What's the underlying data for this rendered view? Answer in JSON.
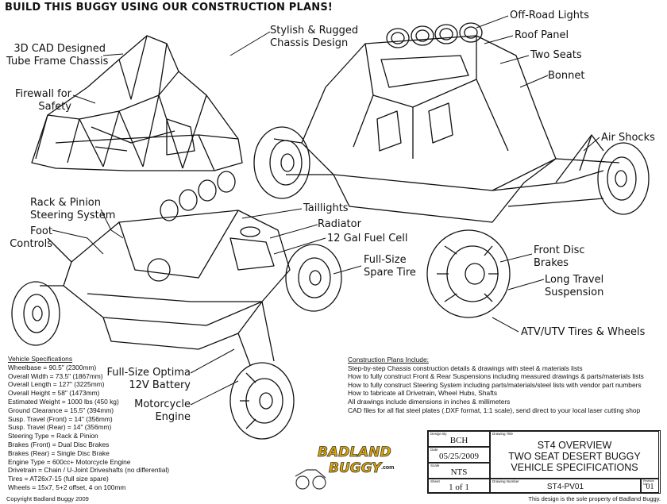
{
  "header": {
    "title": "BUILD THIS BUGGY USING OUR CONSTRUCTION PLANS!"
  },
  "callouts": {
    "cad": [
      "3D CAD Designed",
      "Tube Frame Chassis"
    ],
    "stylish": [
      "Stylish & Rugged",
      "Chassis Design"
    ],
    "firewall": [
      "Firewall for",
      "Safety"
    ],
    "offroad": "Off-Road Lights",
    "roof": "Roof Panel",
    "seats": "Two Seats",
    "bonnet": "Bonnet",
    "airshocks": "Air Shocks",
    "rack": [
      "Rack & Pinion",
      "Steering System"
    ],
    "foot": [
      "Foot",
      "Controls"
    ],
    "taillights": "Taillights",
    "radiator": "Radiator",
    "fuel": "12 Gal Fuel Cell",
    "spare": [
      "Full-Size",
      "Spare Tire"
    ],
    "disc": [
      "Front Disc",
      "Brakes"
    ],
    "susp": [
      "Long Travel",
      "Suspension"
    ],
    "tires": "ATV/UTV Tires & Wheels",
    "battery": [
      "Full-Size Optima",
      "12V Battery"
    ],
    "engine": [
      "Motorcycle",
      "Engine"
    ]
  },
  "specs": {
    "title": "Vehicle Specifications",
    "lines": [
      "Wheelbase = 90.5\" (2300mm)",
      "Overall Width = 73.5\" (1867mm)",
      "Overall Length = 127\" (3225mm)",
      "Overall Height = 58\" (1473mm)",
      "Estimated Weight = 1000 lbs (450 kg)",
      "Ground Clearance = 15.5\" (394mm)",
      "Susp. Travel (Front) = 14\" (356mm)",
      "Susp. Travel (Rear) = 14\" (356mm)",
      "Steering Type = Rack & Pinion",
      "Brakes (Front) = Dual Disc Brakes",
      "Brakes (Rear) = Single Disc Brake",
      "Engine Type = 600cc+ Motorcycle Engine",
      "Drivetrain = Chain / U-Joint Driveshafts (no differential)",
      "Tires = AT26x7-15 (full size spare)",
      "Wheels = 15x7, 5+2 offset, 4 on 100mm"
    ]
  },
  "plans": {
    "title": "Construction Plans Include:",
    "lines": [
      "Step-by-step Chassis construction details & drawings with steel & materials lists",
      "How to fully construct Front & Rear Suspensions including measured drawings & parts/materials lists",
      "How to fully construct Steering System including parts/materials/steel lists with vendor part numbers",
      "How to fabricate all Drivetrain, Wheel Hubs, Shafts",
      "All drawings include dimensions in inches & millimeters",
      "CAD files for all flat steel plates (.DXF format, 1:1 scale), send direct to your local laser cutting shop"
    ]
  },
  "logo": {
    "line1": "BADLAND",
    "line2": "BUGGY",
    "small": ".com"
  },
  "titleblock": {
    "design_by_label": "Design By",
    "design_by": "BCH",
    "date_label": "Date",
    "date": "05/25/2009",
    "scale_label": "Scale",
    "scale": "NTS",
    "sheet_label": "Sheet",
    "sheet": "1 of 1",
    "drawing_title_label": "Drawing Title",
    "title_lines": [
      "ST4 OVERVIEW",
      "TWO SEAT DESERT BUGGY",
      "VEHICLE SPECIFICATIONS"
    ],
    "drawing_number_label": "Drawing Number",
    "drawing_number": "ST4-PV01",
    "revision_label": "Revision No.",
    "revision": "01"
  },
  "footer": {
    "copyright": "Copyright Badland Buggy 2009",
    "property": "This design is the sole property of Badland Buggy."
  }
}
